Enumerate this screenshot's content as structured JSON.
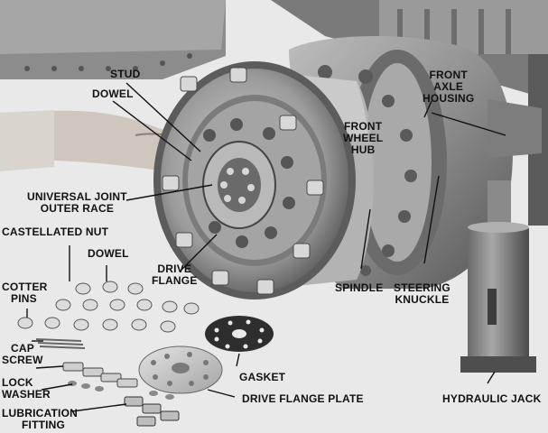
{
  "labels": {
    "stud": "STUD",
    "dowel_top": "DOWEL",
    "front_axle_housing": [
      "FRONT",
      "AXLE",
      "HOUSING"
    ],
    "front_wheel_hub": [
      "FRONT",
      "WHEEL",
      "HUB"
    ],
    "universal_joint": [
      "UNIVERSAL JOINT",
      "OUTER RACE"
    ],
    "castellated_nut": "CASTELLATED NUT",
    "dowel_bottom": "DOWEL",
    "drive_flange": [
      "DRIVE",
      "FLANGE"
    ],
    "cotter_pins": [
      "COTTER",
      "PINS"
    ],
    "spindle": "SPINDLE",
    "steering_knuckle": [
      "STEERING",
      "KNUCKLE"
    ],
    "cap_screw": [
      "CAP",
      "SCREW"
    ],
    "lock_washer": [
      "LOCK",
      "WASHER"
    ],
    "lubrication_fitting": [
      "LUBRICATION",
      "FITTING"
    ],
    "gasket": "GASKET",
    "drive_flange_plate": "DRIVE FLANGE PLATE",
    "hydraulic_jack": "HYDRAULIC JACK"
  },
  "colors": {
    "background": "#e9e9e9",
    "metal_dark": "#4a4a4a",
    "metal_mid": "#8a8a8a",
    "metal_light": "#c8c8c8",
    "label_text": "#111111"
  }
}
